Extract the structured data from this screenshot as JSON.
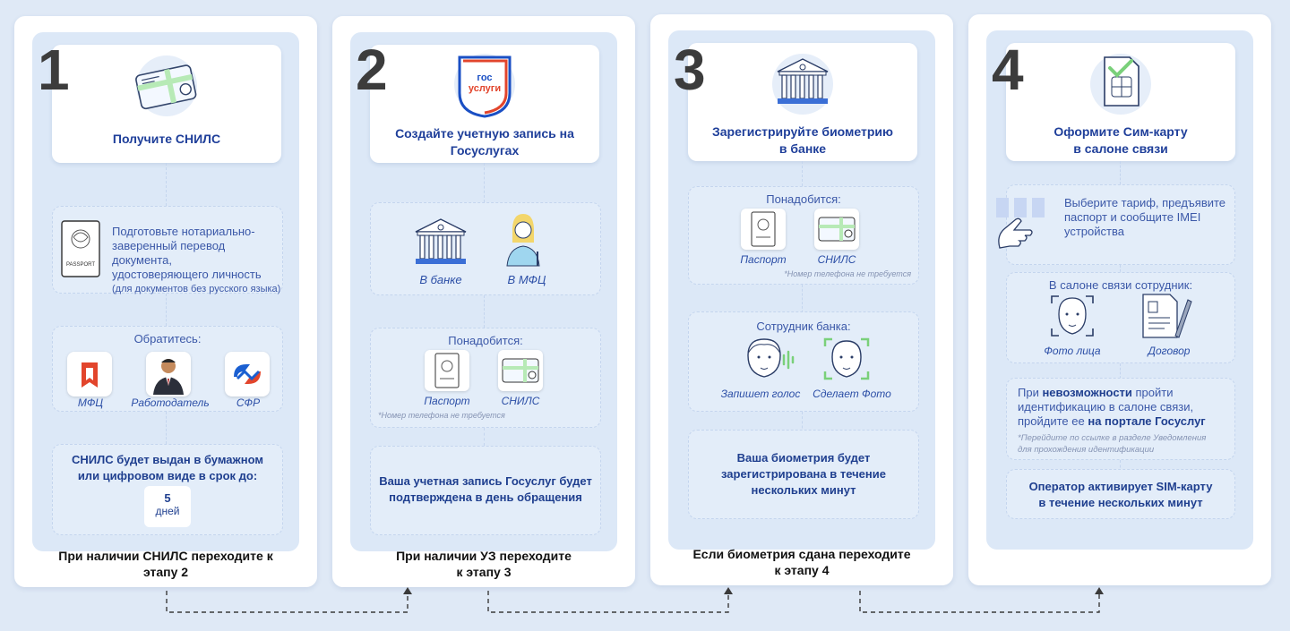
{
  "steps": [
    {
      "number": "1",
      "title": "Получите СНИЛС",
      "prepare": {
        "line1": "Подготовьте нотариально-",
        "line2": "заверенный перевод документа,",
        "line3": "удостоверяющего личность",
        "line4": "(для документов без русского языка)",
        "passport_label": "PASSPORT"
      },
      "contact": {
        "heading": "Обратитесь:",
        "items": [
          "МФЦ",
          "Работодатель",
          "СФР"
        ]
      },
      "result": {
        "line1": "СНИЛС будет выдан в бумажном",
        "line2": "или цифровом виде в срок до:",
        "days_num": "5",
        "days_word": "дней"
      },
      "footer": {
        "line1": "При наличии СНИЛС переходите к",
        "line2": "этапу 2"
      }
    },
    {
      "number": "2",
      "title_line1": "Создайте учетную запись на",
      "title_line2": "Госуслугах",
      "logo_line1": "гос",
      "logo_line2": "услуги",
      "places": [
        "В банке",
        "В МФЦ"
      ],
      "need": {
        "heading": "Понадобится:",
        "items": [
          "Паспорт",
          "СНИЛС"
        ],
        "note": "*Номер телефона не требуется"
      },
      "result": {
        "line1": "Ваша учетная запись Госуслуг будет",
        "line2": "подтверждена в день обращения"
      },
      "footer": {
        "line1": "При наличии УЗ переходите",
        "line2": "к этапу 3"
      }
    },
    {
      "number": "3",
      "title_line1": "Зарегистрируйте биометрию",
      "title_line2": "в банке",
      "need": {
        "heading": "Понадобится:",
        "items": [
          "Паспорт",
          "СНИЛС"
        ],
        "note": "*Номер телефона не требуется"
      },
      "staff": {
        "heading": "Сотрудник банка:",
        "items": [
          "Запишет голос",
          "Сделает Фото"
        ]
      },
      "result": {
        "line1": "Ваша биометрия будет",
        "line2": "зарегистрирована в течение",
        "line3": "нескольких минут"
      },
      "footer": {
        "line1": "Если биометрия сдана переходите",
        "line2": "к этапу 4"
      }
    },
    {
      "number": "4",
      "title_line1": "Оформите Сим-карту",
      "title_line2": "в салоне связи",
      "choose": {
        "line1": "Выберите тариф, предъявите",
        "line2": "паспорт и сообщите IMEI",
        "line3": "устройства"
      },
      "salon": {
        "heading": "В салоне связи сотрудник:",
        "items": [
          "Фото лица",
          "Договор"
        ]
      },
      "impossible": {
        "p1": "При ",
        "p2": "невозможности",
        "p3": " пройти",
        "line2": "идентификацию в салоне связи,",
        "p4": "пройдите ее ",
        "p5": "на портале Госуслуг",
        "note1": "*Перейдите по ссылке в разделе Уведомления",
        "note2": "для прохождения идентификации"
      },
      "result": {
        "line1": "Оператор активирует SIM-карту",
        "line2": "в течение нескольких минут"
      }
    }
  ],
  "colors": {
    "accent": "#1f3f9a",
    "green": "#7ad07a",
    "red_mfc": "#e2452c",
    "sfr": "#1a5fd1"
  }
}
